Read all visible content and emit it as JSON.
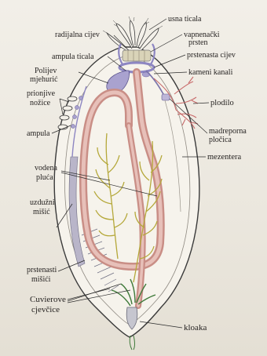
{
  "labels": {
    "usna_ticala": "usna ticala",
    "radijalna_cijev": "radijalna cijev",
    "vapnenacki": "vapnenački",
    "prsten": "prsten",
    "ampula_ticala": "ampula ticala",
    "prstenasta_cijev": "prstenasta cijev",
    "polijev": "Polijev",
    "mjehuric": "mjehurić",
    "kameni_kanali": "kameni kanali",
    "prionjive": "prionjive",
    "nozice": "nožice",
    "plodilo": "plodilo",
    "ampula": "ampula",
    "madreporna": "madreporna",
    "plocica": "pločica",
    "mezentera": "mezentera",
    "vodena": "vodena",
    "pluca": "pluća",
    "uzduzni": "uzdužni",
    "misic": "mišić",
    "prstenasti": "prstenasti",
    "misici": "mišići",
    "cuvierove": "Cuvierove",
    "cjevcice": "cjevčice",
    "kloaka": "kloaka"
  },
  "colors": {
    "body_fill": "#f6f3ec",
    "gut": "#dba9a1",
    "water_vascular": "#a9a2cf",
    "lungs": "#c8bf4a",
    "cuvierian": "#3f7a3a",
    "gonad": "#d57a78",
    "muscle": "#7f7f95",
    "cloaca": "#c6c6cf"
  }
}
